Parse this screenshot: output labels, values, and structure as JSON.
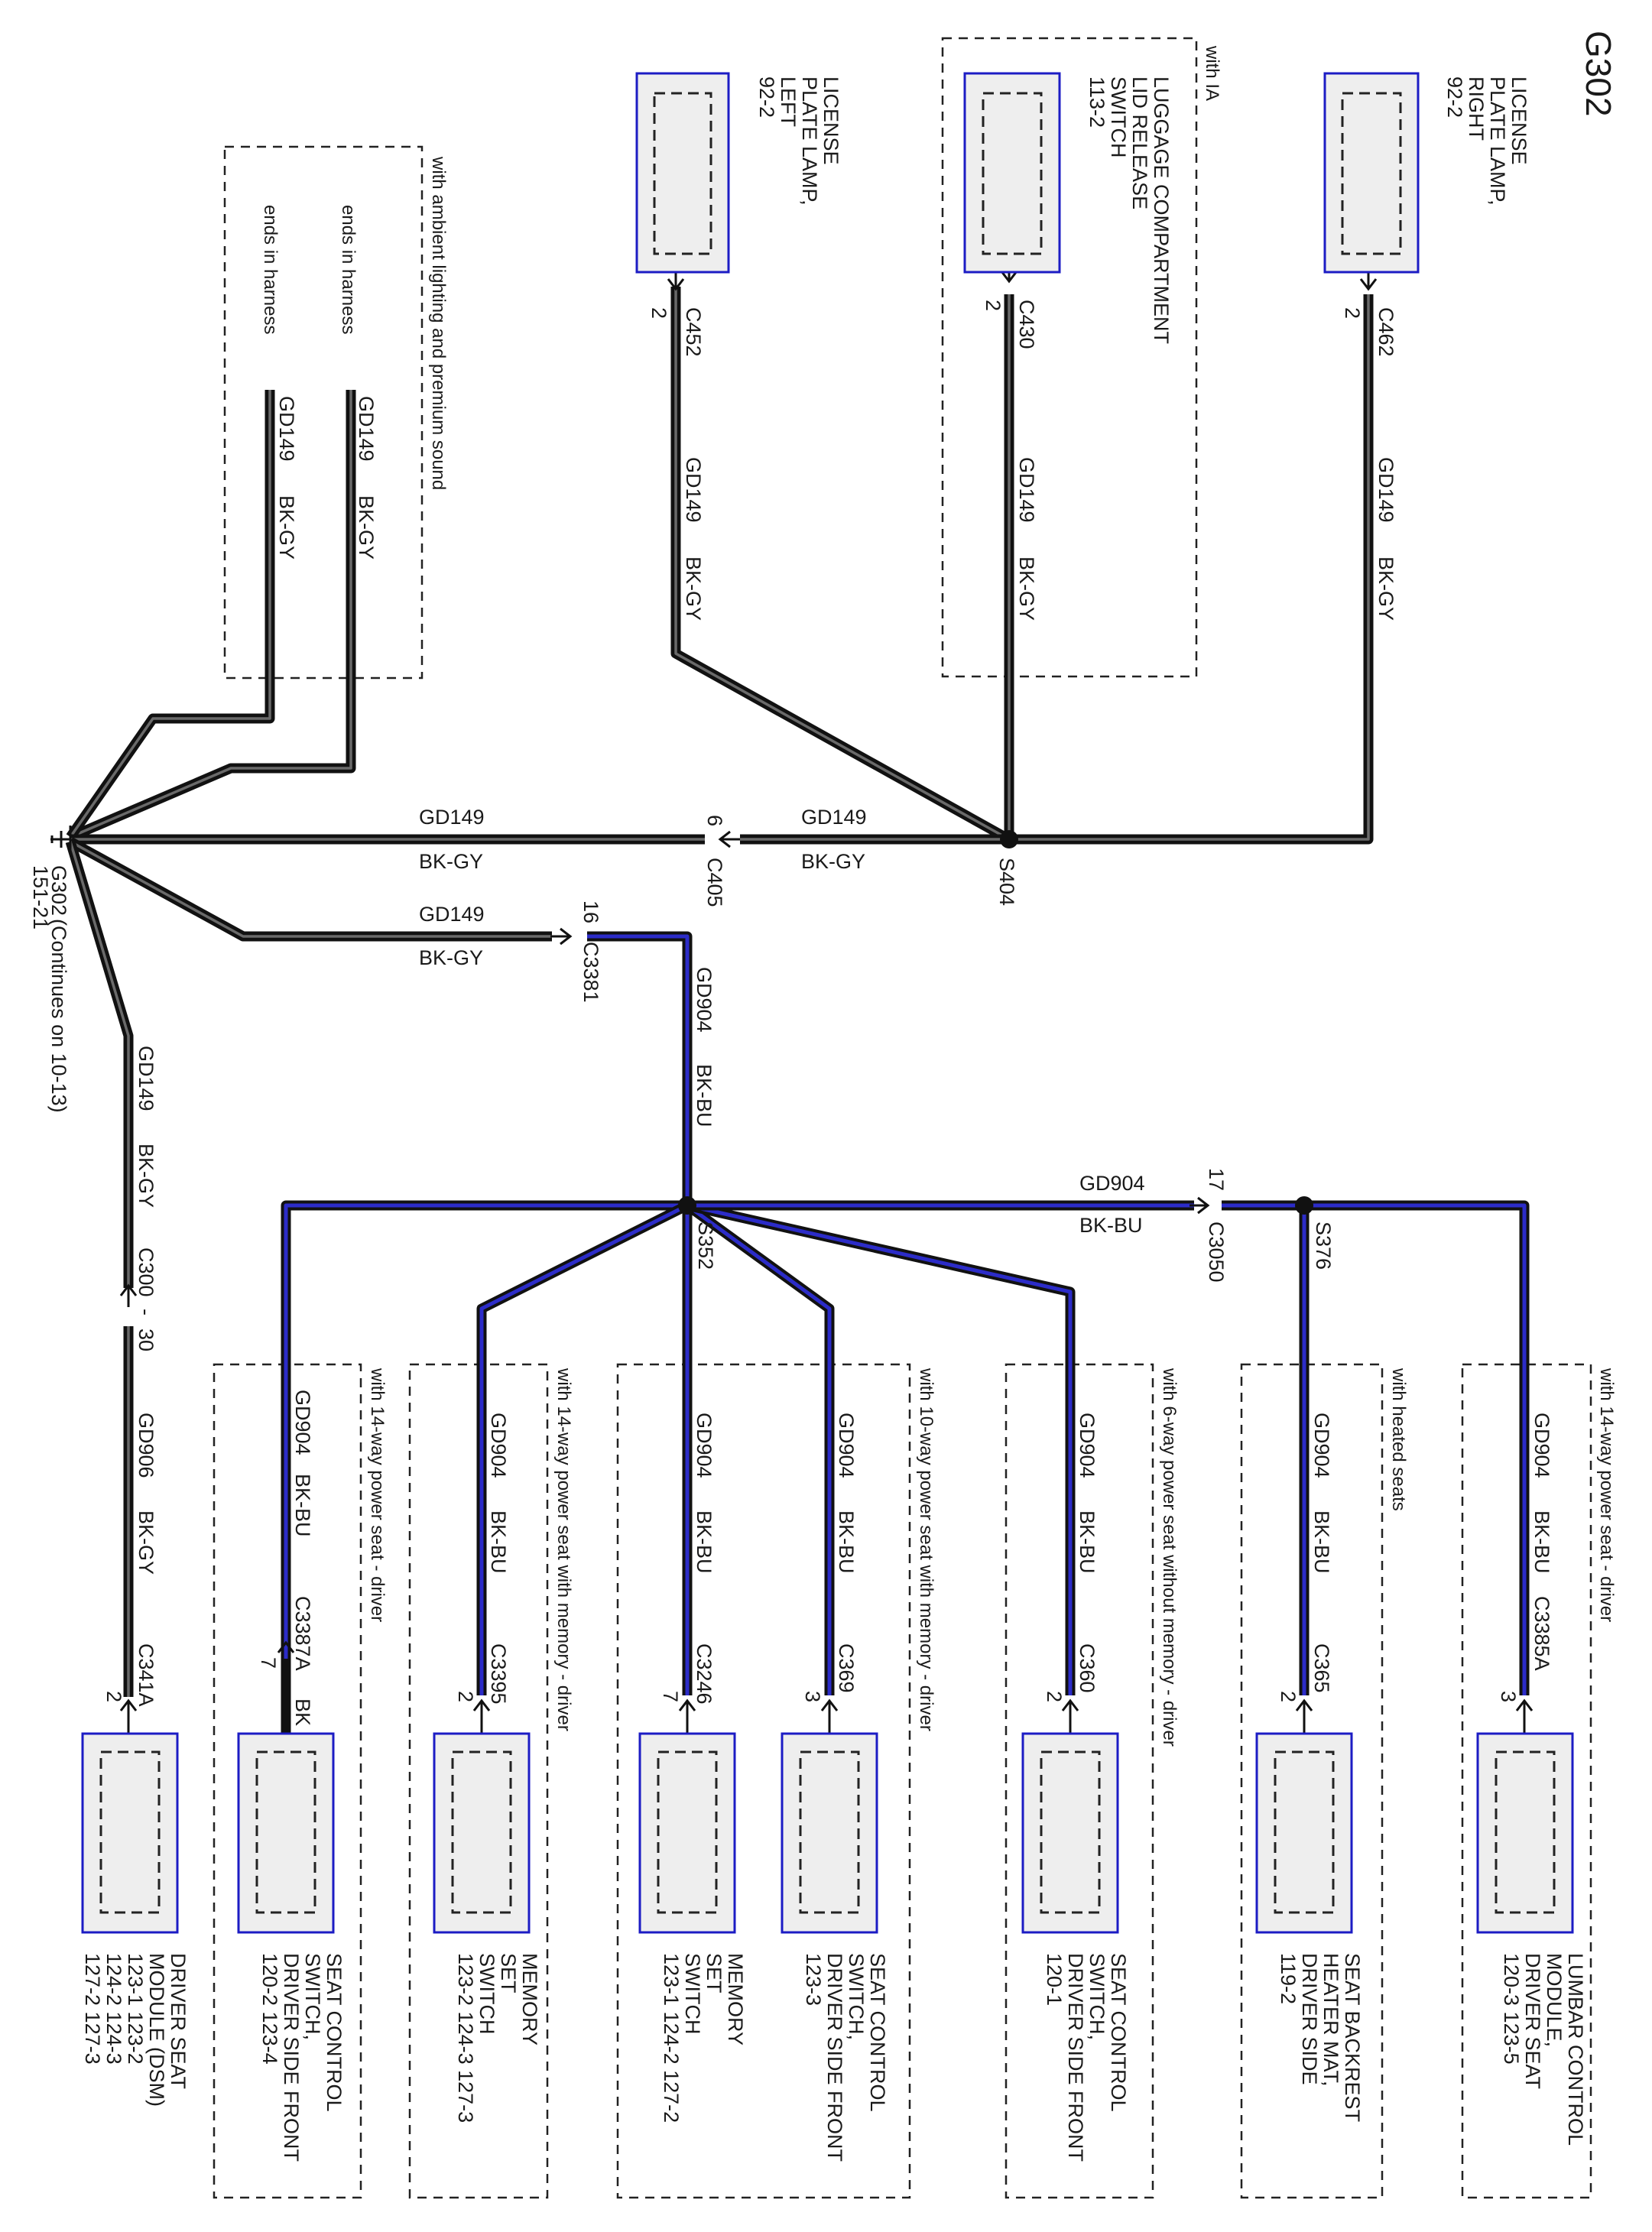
{
  "title": "G302",
  "components": {
    "license_plate_lamp_left": {
      "lines": [
        "LICENSE",
        "PLATE LAMP,",
        "LEFT",
        "92-2"
      ]
    },
    "luggage_switch": {
      "lines": [
        "LUGGAGE COMPARTMENT",
        "LID RELEASE",
        "SWITCH",
        "113-2"
      ]
    },
    "license_plate_lamp_right": {
      "lines": [
        "LICENSE",
        "PLATE LAMP,",
        "RIGHT",
        "92-2"
      ]
    },
    "driver_seat_module": {
      "lines": [
        "DRIVER SEAT",
        "MODULE (DSM)",
        "123-1    123-2",
        "124-2    124-3",
        "127-2    127-3"
      ]
    },
    "seat_control_switch_14": {
      "lines": [
        "SEAT CONTROL",
        "SWITCH,",
        "DRIVER SIDE FRONT",
        "120-2    123-4"
      ]
    },
    "memory_set_switch_14": {
      "lines": [
        "MEMORY",
        "SET",
        "SWITCH",
        "123-2    124-3    127-3"
      ]
    },
    "memory_set_switch_10": {
      "lines": [
        "MEMORY",
        "SET",
        "SWITCH",
        "123-1    124-2    127-2"
      ]
    },
    "seat_control_switch_10": {
      "lines": [
        "SEAT CONTROL",
        "SWITCH,",
        "DRIVER SIDE FRONT",
        "123-3"
      ]
    },
    "seat_control_switch_6": {
      "lines": [
        "SEAT CONTROL",
        "SWITCH,",
        "DRIVER SIDE FRONT",
        "120-1"
      ]
    },
    "seat_backrest_heater": {
      "lines": [
        "SEAT BACKREST",
        "HEATER MAT,",
        "DRIVER SIDE",
        "119-2"
      ]
    },
    "lumbar_control_module": {
      "lines": [
        "LUMBAR CONTROL",
        "MODULE,",
        "DRIVER SEAT",
        "120-3    123-5"
      ]
    }
  },
  "options": {
    "with_ia": "with IA",
    "ambient": "with ambient lighting and premium sound",
    "ends_in_harness": "ends in harness",
    "power14_driver": "with 14-way power seat - driver",
    "power14_memory": "with 14-way power seat with memory - driver",
    "power10_memory": "with 10-way power seat with memory - driver",
    "power6_no_memory": "with 6-way power seat without memory - driver",
    "heated": "with heated seats"
  },
  "circuits": {
    "gd149": "GD149",
    "gd904": "GD904",
    "gd906": "GD906",
    "bk_gy": "BK-GY",
    "bk_bu": "BK-BU",
    "bk": "BK"
  },
  "connectors": {
    "c452": "C452",
    "c430": "C430",
    "c462": "C462",
    "c405": "C405",
    "c3381": "C3381",
    "c3050": "C3050",
    "c300": "C300",
    "c341a": "C341A",
    "c3387a": "C3387A",
    "c3395": "C3395",
    "c3246": "C3246",
    "c369": "C369",
    "c360": "C360",
    "c365": "C365",
    "c3385a": "C3385A"
  },
  "pins": {
    "p2": "2",
    "p3": "3",
    "p6": "6",
    "p7": "7",
    "p16": "16",
    "p17": "17",
    "p30": "30",
    "dash": "-"
  },
  "splices": {
    "s404": "S404",
    "s352": "S352",
    "s376": "S376"
  },
  "ground": {
    "label": "G302",
    "ref": "151-21",
    "continues": "(Continues on 10-13)"
  },
  "colors": {
    "wire_black": "#111111",
    "wire_blue": "#2c2cc8",
    "component_border": "#1c1cc4",
    "component_fill": "#eeeeee"
  }
}
